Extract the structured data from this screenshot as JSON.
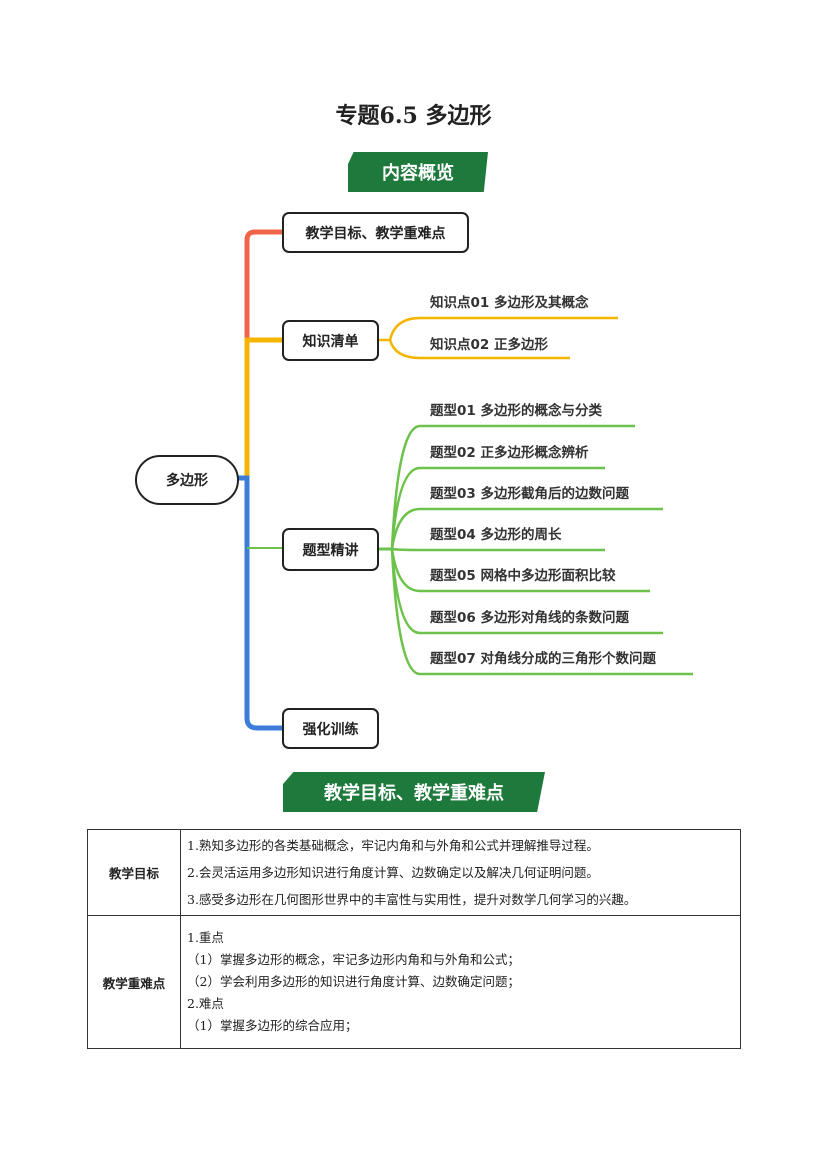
{
  "title": "专题6.5  多边形",
  "banner1": "内容概览",
  "mindmap": {
    "root": "多边形",
    "branches": [
      {
        "label": "教学目标、教学重难点",
        "color": "#f0644a"
      },
      {
        "label": "知识清单",
        "color": "#f5b400",
        "items": [
          "知识点01  多边形及其概念",
          "知识点02  正多边形"
        ]
      },
      {
        "label": "题型精讲",
        "color": "#6cc24a",
        "items": [
          "题型01  多边形的概念与分类",
          "题型02  正多边形概念辨析",
          "题型03  多边形截角后的边数问题",
          "题型04  多边形的周长",
          "题型05  网格中多边形面积比较",
          "题型06  多边形对角线的条数问题",
          "题型07  对角线分成的三角形个数问题"
        ]
      },
      {
        "label": "强化训练",
        "color": "#3b7dd8"
      }
    ]
  },
  "banner2": "教学目标、教学重难点",
  "table": {
    "rows": [
      {
        "header": "教学目标",
        "lines": [
          "1.熟知多边形的各类基础概念，牢记内角和与外角和公式并理解推导过程。",
          "2.会灵活运用多边形知识进行角度计算、边数确定以及解决几何证明问题。",
          "3.感受多边形在几何图形世界中的丰富性与实用性，提升对数学几何学习的兴趣。"
        ]
      },
      {
        "header": "教学重难点",
        "lines": [
          "1.重点",
          "（1）掌握多边形的概念，牢记多边形内角和与外角和公式；",
          "（2）学会利用多边形的知识进行角度计算、边数确定问题；",
          "2.难点",
          "（1）掌握多边形的综合应用；"
        ]
      }
    ]
  }
}
